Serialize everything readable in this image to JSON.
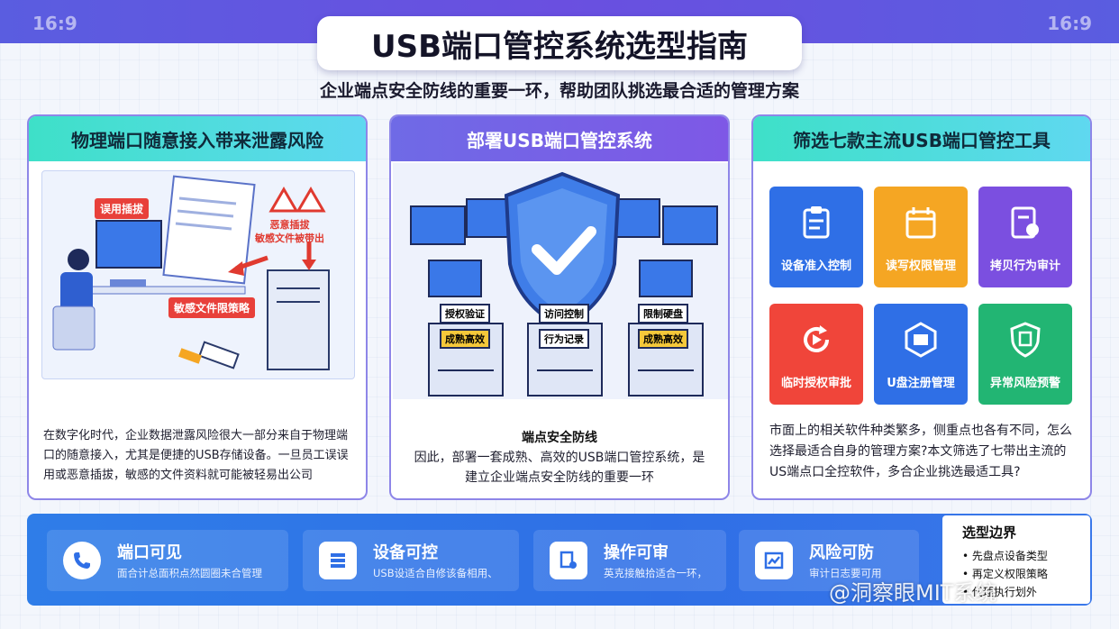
{
  "ratio_left": "16:9",
  "ratio_right": "16:9",
  "title": "USB端口管控系统选型指南",
  "subtitle": "企业端点安全防线的重要一环，帮助团队挑选最合适的管理方案",
  "panel1": {
    "header": "物理端口随意接入带来泄露风险",
    "tag_plug": "误用插拔",
    "tag_warning_line1": "恶意插拔",
    "tag_warning_line2": "敏感文件被带出",
    "tag_policy": "敏感文件限策略",
    "text": "在数字化时代，企业数据泄露风险很大一部分来自于物理端口的随意接入，尤其是便捷的USB存储设备。一旦员工误误用或恶意插拔，敏感的文件资料就可能被轻易出公司"
  },
  "panel2": {
    "header": "部署USB端口管控系统",
    "label_auth": "授权验证",
    "label_access": "访问控制",
    "label_monitor": "限制硬盘",
    "label_efficient1": "成熟高效",
    "label_record": "行为记录",
    "label_efficient2": "成熟高效",
    "text_title": "端点安全防线",
    "text": "因此，部署一套成熟、高效的USB端口管控系统，是建立企业端点安全防线的重要一环"
  },
  "panel3": {
    "header": "筛选七款主流USB端口管控工具",
    "tools": [
      {
        "label": "设备准入控制",
        "color": "#2f6fe6",
        "icon": "clipboard-icon"
      },
      {
        "label": "读写权限管理",
        "color": "#f5a623",
        "icon": "calendar-icon"
      },
      {
        "label": "拷贝行为审计",
        "color": "#7b4fe0",
        "icon": "audit-document-icon"
      },
      {
        "label": "临时授权审批",
        "color": "#f0453a",
        "icon": "refresh-play-icon"
      },
      {
        "label": "U盘注册管理",
        "color": "#2f6fe6",
        "icon": "usb-drive-icon"
      },
      {
        "label": "异常风险预警",
        "color": "#22b573",
        "icon": "shield-document-icon"
      }
    ],
    "text": "市面上的相关软件种类繁多，侧重点也各有不同，怎么选择最适合自身的管理方案?本文筛选了七带出主流的US端点口全控软件，多合企业挑选最适工具?"
  },
  "features": [
    {
      "title": "端口可见",
      "desc": "面合计总面积点然圆圈未合管理",
      "icon": "phone-icon"
    },
    {
      "title": "设备可控",
      "desc": "USB设适合自修该备相用、",
      "icon": "list-icon"
    },
    {
      "title": "操作可审",
      "desc": "英克接触拾适合一环，",
      "icon": "audit-icon"
    },
    {
      "title": "风险可防",
      "desc": "审计日志要可用",
      "icon": "image-alert-icon"
    }
  ],
  "boundary": {
    "title": "选型边界",
    "items": [
      "先盘点设备类型",
      "再定义权限策略",
      "代理执行划外"
    ]
  },
  "watermark": "@洞察眼MIT系统"
}
